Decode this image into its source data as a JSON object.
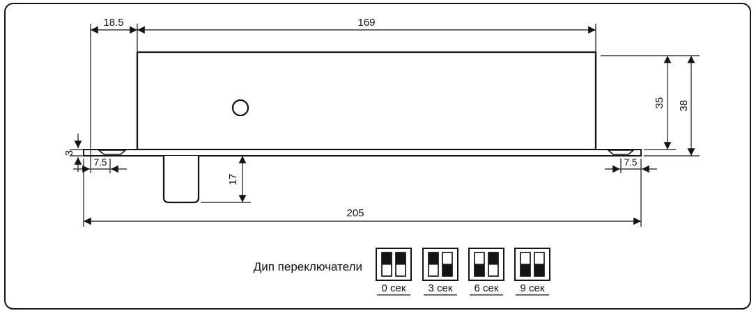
{
  "dimensions": {
    "top_offset": "18.5",
    "body_width": "169",
    "body_height": "35",
    "total_height": "38",
    "plate_thickness": "3",
    "left_screw_offset": "7.5",
    "right_screw_offset": "7.5",
    "bolt_length": "17",
    "total_width": "205"
  },
  "dip": {
    "label": "Дип переключатели",
    "options": [
      {
        "label": "0 сек",
        "sw1": "sw up",
        "sw2": "sw up"
      },
      {
        "label": "3 сек",
        "sw1": "sw up",
        "sw2": "sw down"
      },
      {
        "label": "6 сек",
        "sw1": "sw down",
        "sw2": "sw up"
      },
      {
        "label": "9 сек",
        "sw1": "sw down",
        "sw2": "sw down"
      }
    ]
  },
  "colors": {
    "line": "#141414",
    "background": "#ffffff"
  }
}
